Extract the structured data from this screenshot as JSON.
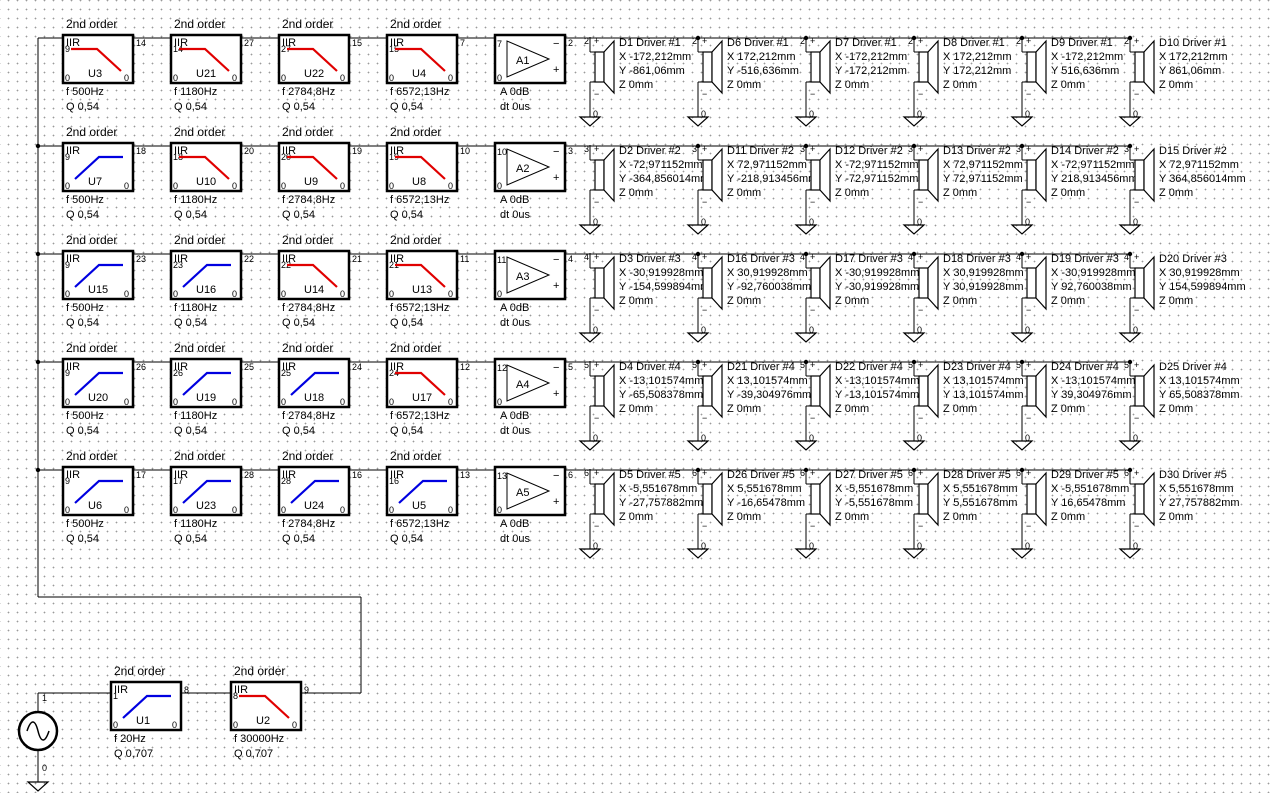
{
  "order_label": "2nd order",
  "iir_label": "IIR",
  "filter_rows": [
    [
      {
        "id": "U3",
        "type": "lp",
        "in": "9",
        "out": "14",
        "f": "f  500Hz",
        "q": "Q  0,54"
      },
      {
        "id": "U21",
        "type": "lp",
        "in": "14",
        "out": "27",
        "f": "f  1180Hz",
        "q": "Q  0,54"
      },
      {
        "id": "U22",
        "type": "lp",
        "in": "27",
        "out": "15",
        "f": "f  2784,8Hz",
        "q": "Q  0,54"
      },
      {
        "id": "U4",
        "type": "lp",
        "in": "15",
        "out": "7",
        "f": "f  6572,13Hz",
        "q": "Q  0,54"
      }
    ],
    [
      {
        "id": "U7",
        "type": "hp",
        "in": "9",
        "out": "18",
        "f": "f  500Hz",
        "q": "Q  0,54"
      },
      {
        "id": "U10",
        "type": "lp",
        "in": "18",
        "out": "20",
        "f": "f  1180Hz",
        "q": "Q  0,54"
      },
      {
        "id": "U9",
        "type": "lp",
        "in": "20",
        "out": "19",
        "f": "f  2784,8Hz",
        "q": "Q  0,54"
      },
      {
        "id": "U8",
        "type": "lp",
        "in": "19",
        "out": "10",
        "f": "f  6572,13Hz",
        "q": "Q  0,54"
      }
    ],
    [
      {
        "id": "U15",
        "type": "hp",
        "in": "9",
        "out": "23",
        "f": "f  500Hz",
        "q": "Q  0,54"
      },
      {
        "id": "U16",
        "type": "hp",
        "in": "23",
        "out": "22",
        "f": "f  1180Hz",
        "q": "Q  0,54"
      },
      {
        "id": "U14",
        "type": "lp",
        "in": "22",
        "out": "21",
        "f": "f  2784,8Hz",
        "q": "Q  0,54"
      },
      {
        "id": "U13",
        "type": "lp",
        "in": "21",
        "out": "11",
        "f": "f  6572,13Hz",
        "q": "Q  0,54"
      }
    ],
    [
      {
        "id": "U20",
        "type": "hp",
        "in": "9",
        "out": "26",
        "f": "f  500Hz",
        "q": "Q  0,54"
      },
      {
        "id": "U19",
        "type": "hp",
        "in": "26",
        "out": "25",
        "f": "f  1180Hz",
        "q": "Q  0,54"
      },
      {
        "id": "U18",
        "type": "hp",
        "in": "25",
        "out": "24",
        "f": "f  2784,8Hz",
        "q": "Q  0,54"
      },
      {
        "id": "U17",
        "type": "lp",
        "in": "24",
        "out": "12",
        "f": "f  6572,13Hz",
        "q": "Q  0,54"
      }
    ],
    [
      {
        "id": "U6",
        "type": "hp",
        "in": "9",
        "out": "17",
        "f": "f  500Hz",
        "q": "Q  0,54"
      },
      {
        "id": "U23",
        "type": "hp",
        "in": "17",
        "out": "28",
        "f": "f  1180Hz",
        "q": "Q  0,54"
      },
      {
        "id": "U24",
        "type": "hp",
        "in": "28",
        "out": "16",
        "f": "f  2784,8Hz",
        "q": "Q  0,54"
      },
      {
        "id": "U5",
        "type": "hp",
        "in": "16",
        "out": "13",
        "f": "f  6572,13Hz",
        "q": "Q  0,54"
      }
    ]
  ],
  "amps": [
    {
      "id": "A1",
      "in": "7",
      "out": "2",
      "a": "A  0dB",
      "dt": "dt  0us"
    },
    {
      "id": "A2",
      "in": "10",
      "out": "3",
      "a": "A  0dB",
      "dt": "dt  0us"
    },
    {
      "id": "A3",
      "in": "11",
      "out": "4",
      "a": "A  0dB",
      "dt": "dt  0us"
    },
    {
      "id": "A4",
      "in": "12",
      "out": "5",
      "a": "A  0dB",
      "dt": "dt  0us"
    },
    {
      "id": "A5",
      "in": "13",
      "out": "6",
      "a": "A  0dB",
      "dt": "dt  0us"
    }
  ],
  "driver_rows": [
    {
      "node": "2",
      "drivers": [
        {
          "name": "D1 Driver #1",
          "x": "X  -172,212mm",
          "y": "Y  -861,06mm",
          "z": "Z  0mm"
        },
        {
          "name": "D6 Driver #1",
          "x": "X  172,212mm",
          "y": "Y  -516,636mm",
          "z": "Z  0mm"
        },
        {
          "name": "D7 Driver #1",
          "x": "X  -172,212mm",
          "y": "Y  -172,212mm",
          "z": "Z  0mm"
        },
        {
          "name": "D8 Driver #1",
          "x": "X  172,212mm",
          "y": "Y  172,212mm",
          "z": "Z  0mm"
        },
        {
          "name": "D9 Driver #1",
          "x": "X  -172,212mm",
          "y": "Y  516,636mm",
          "z": "Z  0mm"
        },
        {
          "name": "D10 Driver #1",
          "x": "X  172,212mm",
          "y": "Y  861,06mm",
          "z": "Z  0mm"
        }
      ]
    },
    {
      "node": "3",
      "drivers": [
        {
          "name": "D2 Driver #2",
          "x": "X  -72,971152mm",
          "y": "Y  -364,856014mm",
          "z": "Z  0mm"
        },
        {
          "name": "D11 Driver #2",
          "x": "X  72,971152mm",
          "y": "Y  -218,913456mm",
          "z": "Z  0mm"
        },
        {
          "name": "D12 Driver #2",
          "x": "X  -72,971152mm",
          "y": "Y  -72,971152mm",
          "z": "Z  0mm"
        },
        {
          "name": "D13 Driver #2",
          "x": "X  72,971152mm",
          "y": "Y  72,971152mm",
          "z": "Z  0mm"
        },
        {
          "name": "D14 Driver #2",
          "x": "X  -72,971152mm",
          "y": "Y  218,913456mm",
          "z": "Z  0mm"
        },
        {
          "name": "D15 Driver #2",
          "x": "X  72,971152mm",
          "y": "Y  364,856014mm",
          "z": "Z  0mm"
        }
      ]
    },
    {
      "node": "4",
      "drivers": [
        {
          "name": "D3 Driver #3",
          "x": "X  -30,919928mm",
          "y": "Y  -154,599894mm",
          "z": "Z  0mm"
        },
        {
          "name": "D16 Driver #3",
          "x": "X  30,919928mm",
          "y": "Y  -92,760038mm",
          "z": "Z  0mm"
        },
        {
          "name": "D17 Driver #3",
          "x": "X  -30,919928mm",
          "y": "Y  -30,919928mm",
          "z": "Z  0mm"
        },
        {
          "name": "D18 Driver #3",
          "x": "X  30,919928mm",
          "y": "Y  30,919928mm",
          "z": "Z  0mm"
        },
        {
          "name": "D19 Driver #3",
          "x": "X  -30,919928mm",
          "y": "Y  92,760038mm",
          "z": "Z  0mm"
        },
        {
          "name": "D20 Driver #3",
          "x": "X  30,919928mm",
          "y": "Y  154,599894mm",
          "z": "Z  0mm"
        }
      ]
    },
    {
      "node": "5",
      "drivers": [
        {
          "name": "D4 Driver #4",
          "x": "X  -13,101574mm",
          "y": "Y  -65,508378mm",
          "z": "Z  0mm"
        },
        {
          "name": "D21 Driver #4",
          "x": "X  13,101574mm",
          "y": "Y  -39,304976mm",
          "z": "Z  0mm"
        },
        {
          "name": "D22 Driver #4",
          "x": "X  -13,101574mm",
          "y": "Y  -13,101574mm",
          "z": "Z  0mm"
        },
        {
          "name": "D23 Driver #4",
          "x": "X  13,101574mm",
          "y": "Y  13,101574mm",
          "z": "Z  0mm"
        },
        {
          "name": "D24 Driver #4",
          "x": "X  -13,101574mm",
          "y": "Y  39,304976mm",
          "z": "Z  0mm"
        },
        {
          "name": "D25 Driver #4",
          "x": "X  13,101574mm",
          "y": "Y  65,508378mm",
          "z": "Z  0mm"
        }
      ]
    },
    {
      "node": "6",
      "drivers": [
        {
          "name": "D5 Driver #5",
          "x": "X  -5,551678mm",
          "y": "Y  -27,757882mm",
          "z": "Z  0mm"
        },
        {
          "name": "D26 Driver #5",
          "x": "X  5,551678mm",
          "y": "Y  -16,65478mm",
          "z": "Z  0mm"
        },
        {
          "name": "D27 Driver #5",
          "x": "X  -5,551678mm",
          "y": "Y  -5,551678mm",
          "z": "Z  0mm"
        },
        {
          "name": "D28 Driver #5",
          "x": "X  5,551678mm",
          "y": "Y  5,551678mm",
          "z": "Z  0mm"
        },
        {
          "name": "D29 Driver #5",
          "x": "X  -5,551678mm",
          "y": "Y  16,65478mm",
          "z": "Z  0mm"
        },
        {
          "name": "D30 Driver #5",
          "x": "X  5,551678mm",
          "y": "Y  27,757882mm",
          "z": "Z  0mm"
        }
      ]
    }
  ],
  "bandpass": [
    {
      "id": "U1",
      "type": "hp",
      "in": "1",
      "out": "8",
      "f": "f  20Hz",
      "q": "Q  0,707"
    },
    {
      "id": "U2",
      "type": "lp",
      "in": "8",
      "out": "9",
      "f": "f  30000Hz",
      "q": "Q  0,707"
    }
  ],
  "source": {
    "out_node": "1",
    "ground_node": "0"
  },
  "ground_node_label": "0",
  "colors": {
    "lowpass": "#e00000",
    "highpass": "#0000e0",
    "wire": "#000000",
    "dot_grid": "#9a9a9a"
  }
}
